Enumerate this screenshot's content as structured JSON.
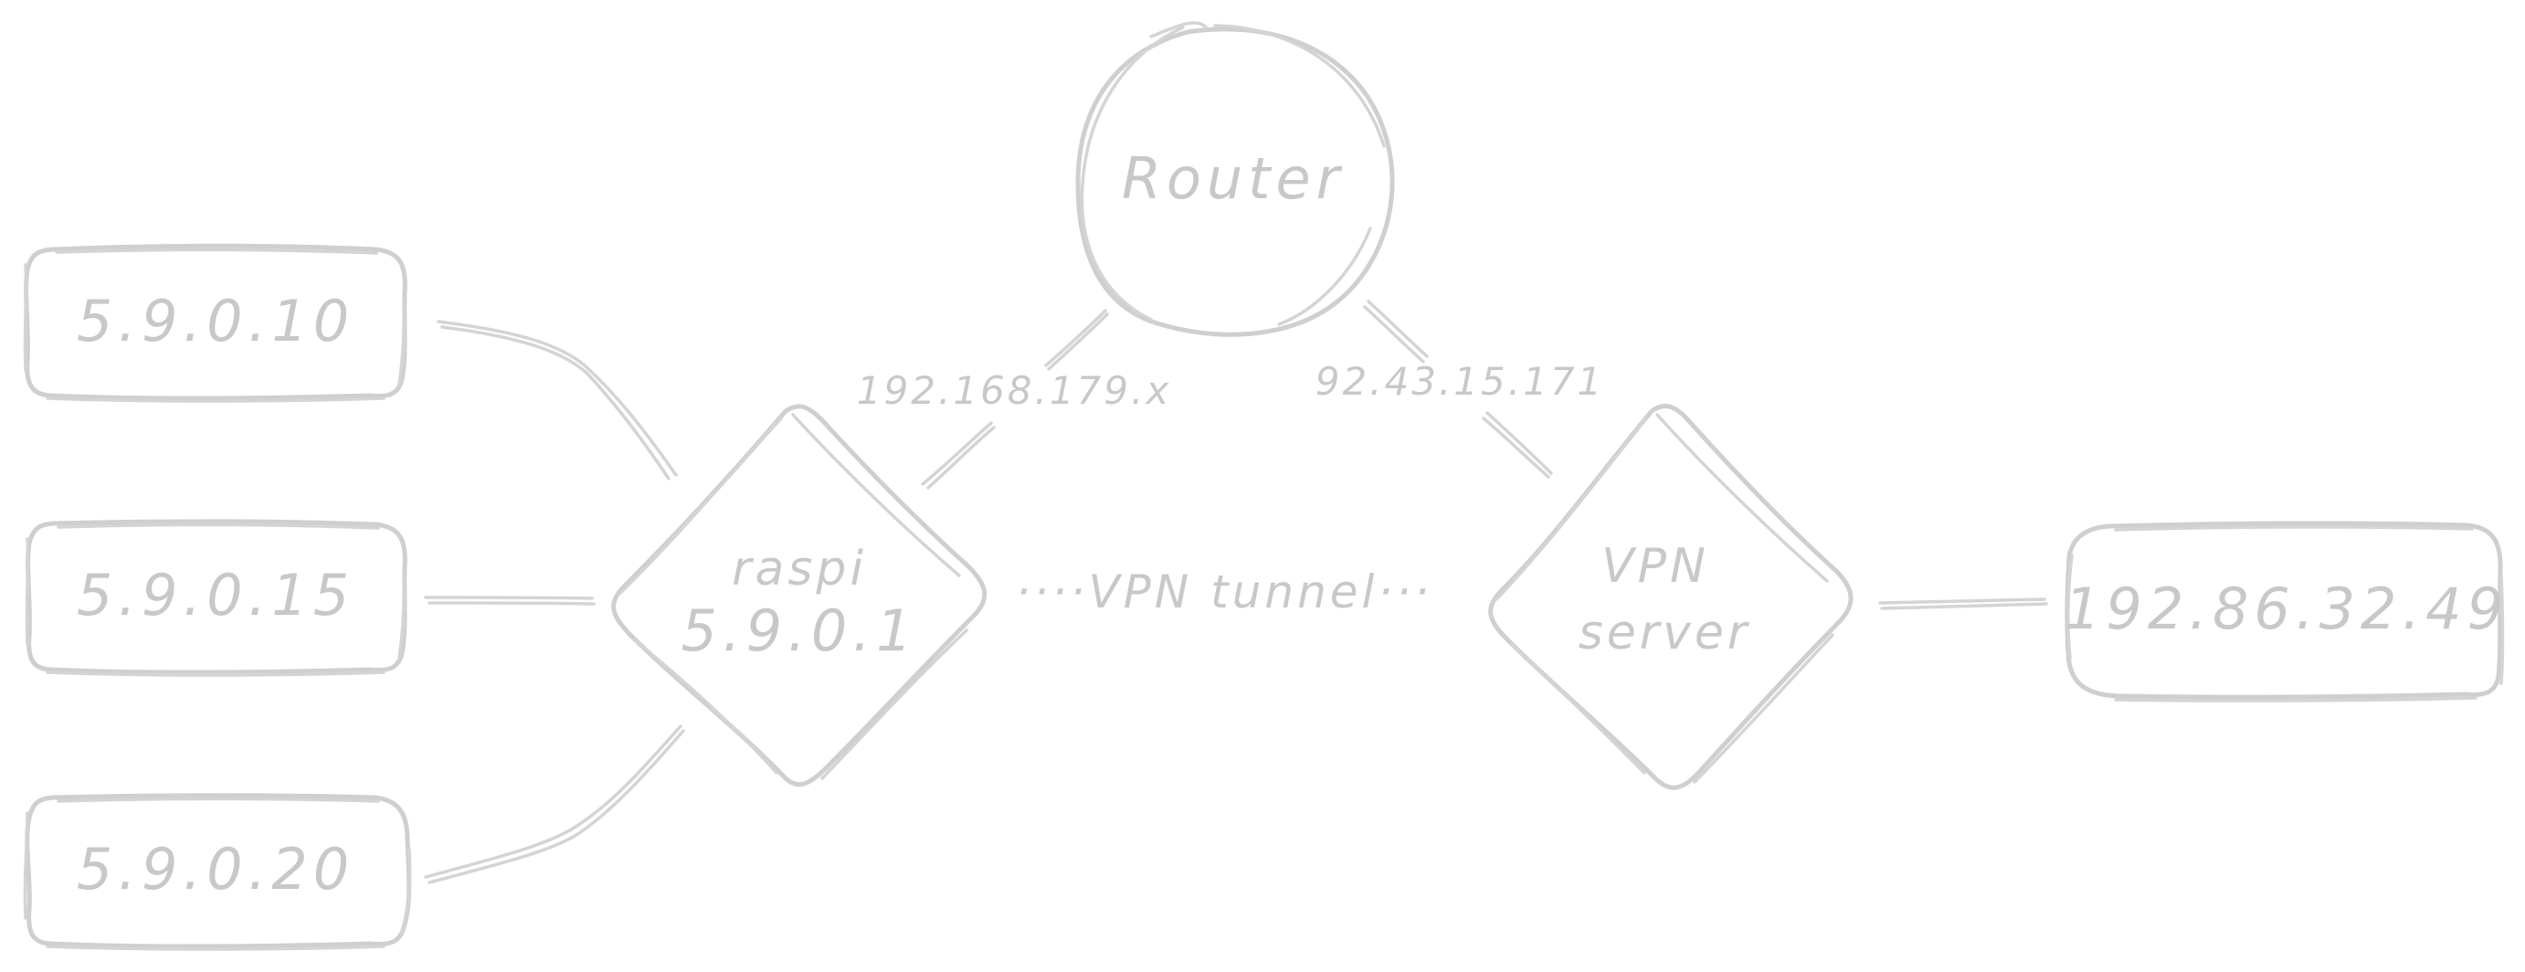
{
  "nodes": {
    "client_1": "5.9.0.10",
    "client_2": "5.9.0.15",
    "client_3": "5.9.0.20",
    "raspi_name": "raspi",
    "raspi_ip": "5.9.0.1",
    "router": "Router",
    "vpn_server_line1": "VPN",
    "vpn_server_line2": "server",
    "remote_host": "192.86.32.49"
  },
  "edges": {
    "raspi_router": "192.168.179.x",
    "router_vpn": "92.43.15.171",
    "tunnel": "····VPN tunnel···"
  },
  "colors": {
    "stroke": "#cfcfcf",
    "text": "#c8c8c8",
    "background": "#ffffff"
  }
}
